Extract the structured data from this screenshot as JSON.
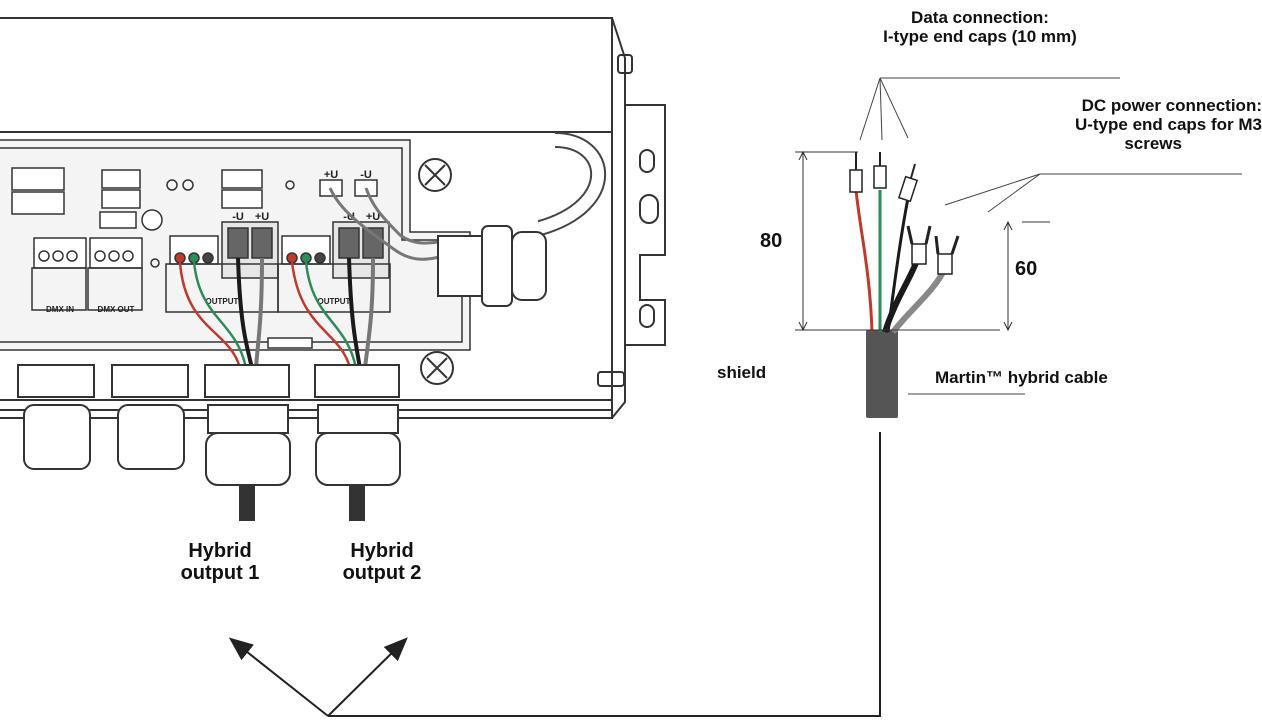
{
  "labels": {
    "data_connection": {
      "line1": "Data connection:",
      "line2": "I-type end caps (10 mm)"
    },
    "dc_power": {
      "line1": "DC power connection:",
      "line2": "U-type end caps for M3",
      "line3": "screws"
    },
    "dim_80": "80",
    "dim_60": "60",
    "shield": "shield",
    "hybrid_cable": "Martin™ hybrid cable",
    "output1": {
      "line1": "Hybrid",
      "line2": "output 1"
    },
    "output2": {
      "line1": "Hybrid",
      "line2": "output 2"
    }
  },
  "board_text": {
    "dmx_in": "DMX IN",
    "dmx_out": "DMX OUT",
    "output": "OUTPUT",
    "plus_u": "+U",
    "minus_u": "-U"
  },
  "colors": {
    "wire_red": "#c0392b",
    "wire_green": "#2e8b57",
    "wire_black": "#1a1a1a",
    "wire_grey": "#8a8a8a",
    "cable_jacket": "#555555",
    "line": "#222222"
  },
  "icons": {
    "screw": "screw-icon",
    "arrow": "arrowhead-icon"
  }
}
